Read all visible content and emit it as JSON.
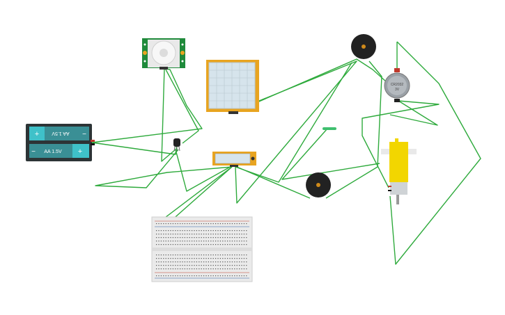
{
  "colors": {
    "wire": "#2eaa3c",
    "battery_body": "#2d3436",
    "battery_cell": "#3fc1c9",
    "pir_board": "#1f8a3b",
    "lcd_frame": "#e8a420",
    "lcd_screen": "#d6e4ec",
    "buzzer": "#222222",
    "buzzer_center": "#d08a1a",
    "motor_yellow": "#f2d600",
    "coin_cell": "#9aa0a6",
    "breadboard": "#eaeaea"
  },
  "battery": {
    "cell_top_label": "AA 1.5V",
    "cell_bottom_label": "AA 1.5V",
    "plus_symbol": "+",
    "minus_symbol": "−"
  },
  "coin_cell": {
    "label_line1": "CR2032",
    "label_line2": "3V"
  },
  "lcd": {
    "text": ""
  },
  "icons": {
    "battery": "battery-pack-icon",
    "pir": "pir-sensor-icon",
    "lcd": "lcd-display-icon",
    "buzzer": "piezo-buzzer-icon",
    "motor": "dc-motor-icon",
    "coin": "coin-cell-icon",
    "breadboard": "breadboard-icon",
    "transistor": "transistor-icon"
  }
}
